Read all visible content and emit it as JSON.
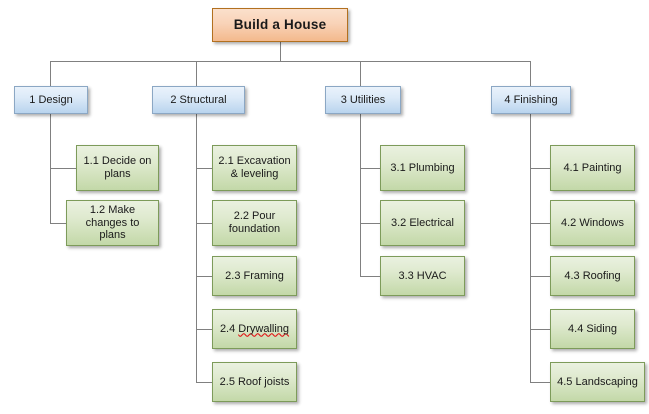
{
  "diagram": {
    "title": "Build a House",
    "type": "work-breakdown-structure",
    "background_color": "#ffffff",
    "connector_color": "#808080",
    "colors": {
      "root_fill": "#f3b98c",
      "root_border": "#b2701f",
      "level2_fill": "#b9d4ee",
      "level2_border": "#8ba7c4",
      "leaf_fill": "#c3d8a8",
      "leaf_border": "#7d9b5a",
      "misspelling_underline": "#e01b1b"
    },
    "root": {
      "label": "Build a House"
    },
    "branches": [
      {
        "label": "1 Design",
        "children": [
          {
            "label": "1.1 Decide on plans"
          },
          {
            "label": "1.2 Make changes to plans"
          }
        ]
      },
      {
        "label": "2 Structural",
        "children": [
          {
            "label": "2.1 Excavation & leveling"
          },
          {
            "label": "2.2 Pour foundation"
          },
          {
            "label": "2.3 Framing"
          },
          {
            "label": "2.4 Drywalling",
            "misspelled_word": "Drywalling",
            "prefix": "2.4 "
          },
          {
            "label": "2.5 Roof joists"
          }
        ]
      },
      {
        "label": "3 Utilities",
        "children": [
          {
            "label": "3.1 Plumbing"
          },
          {
            "label": "3.2 Electrical"
          },
          {
            "label": "3.3 HVAC"
          }
        ]
      },
      {
        "label": "4 Finishing",
        "children": [
          {
            "label": "4.1 Painting"
          },
          {
            "label": "4.2 Windows"
          },
          {
            "label": "4.3 Roofing"
          },
          {
            "label": "4.4 Siding"
          },
          {
            "label": "4.5 Landscaping"
          }
        ]
      }
    ]
  }
}
